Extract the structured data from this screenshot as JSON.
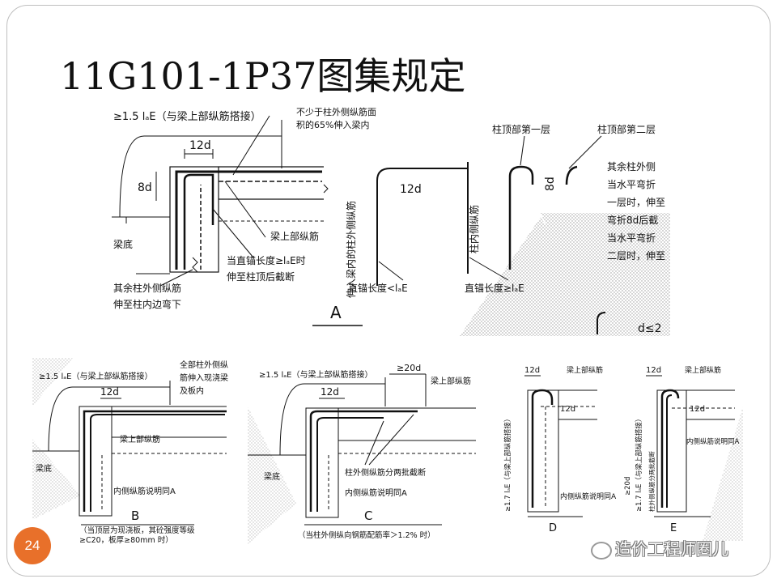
{
  "slide": {
    "title": "11G101-1P37图集规定",
    "page_number": "24",
    "watermark": "造价工程师圈儿"
  },
  "figA": {
    "top_dim": "≥1.5 lₐE（与梁上部纵筋搭接）",
    "note_65": "不少于柱外侧纵筋面",
    "note_65b": "积的65%伸入梁内",
    "dim_12d": "12d",
    "dim_8d": "8d",
    "beam_top": "梁上部纵筋",
    "beam_bottom": "梁底",
    "straight_ge_1": "当直锚长度≥lₐE时",
    "straight_ge_2": "伸至柱顶后截断",
    "rest_1": "其余柱外侧纵筋",
    "rest_2": "伸至柱内边弯下",
    "col_in_beam": "伸入梁内的柱外侧纵筋",
    "inner_bars": "柱内侧纵筋",
    "lt_label": "直锚长度<lₐE",
    "ge_label": "直锚长度≥lₐE",
    "layer1": "柱顶部第一层",
    "layer2": "柱顶部第二层",
    "side_1": "其余柱外侧",
    "side_2": "当水平弯折",
    "side_3": "一层时，伸至",
    "side_4": "弯折8d后截",
    "side_5": "当水平弯折",
    "side_6": "二层时，伸至",
    "d_note": "d≤2",
    "letter": "A"
  },
  "figB": {
    "top_dim": "≥1.5 lₐE（与梁上部纵筋搭接）",
    "note_1": "全部柱外侧纵",
    "note_2": "筋伸入现浇梁",
    "note_3": "及板内",
    "dim_12d": "12d",
    "beam_top": "梁上部纵筋",
    "beam_bottom": "梁底",
    "inner": "内侧纵筋说明同A",
    "letter": "B",
    "caption_1": "（当顶层为现浇板，其砼强度等级",
    "caption_2": "≥C20，板厚≥80mm 时）"
  },
  "figC": {
    "top_dim": "≥1.5 lₐE（与梁上部纵筋搭接）",
    "dim_20d": "≥20d",
    "dim_12d": "12d",
    "beam_top": "梁上部纵筋",
    "beam_bottom": "梁底",
    "cut": "柱外侧纵筋分两批截断",
    "inner": "内侧纵筋说明同A",
    "letter": "C",
    "caption": "（当柱外侧纵向钢筋配筋率＞1.2% 时）"
  },
  "figD": {
    "dim_12d_top": "12d",
    "dim_12d_in": "12d",
    "beam_top": "梁上部纵筋",
    "vert": "≥1.7 lₐE（与梁上部纵筋搭接）",
    "inner": "内侧纵筋说明同A",
    "letter": "D"
  },
  "figE": {
    "dim_12d_top": "12d",
    "dim_12d_in": "12d",
    "beam_top": "梁上部纵筋",
    "vert_a": "≥20d",
    "vert_b": "≥1.7 lₐE（与梁上部纵筋搭接）",
    "cut": "柱外侧纵筋分两批截断",
    "inner": "内侧纵筋说明同A",
    "letter": "E"
  }
}
